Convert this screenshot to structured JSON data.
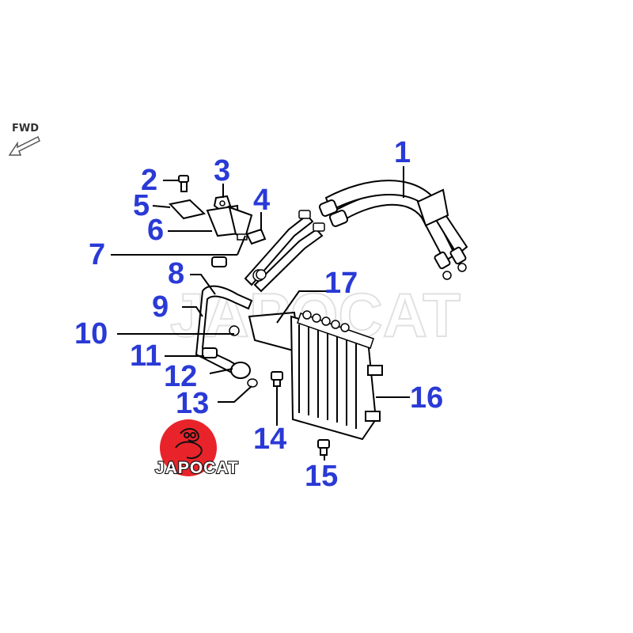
{
  "direction_label": "FWD",
  "watermark_text": "JAPOCAT",
  "logo": {
    "text": "JAPOCAT",
    "color": "#e8242a"
  },
  "callouts": [
    {
      "id": "1",
      "label": "1"
    },
    {
      "id": "2",
      "label": "2"
    },
    {
      "id": "3",
      "label": "3"
    },
    {
      "id": "4",
      "label": "4"
    },
    {
      "id": "5",
      "label": "5"
    },
    {
      "id": "6",
      "label": "6"
    },
    {
      "id": "7",
      "label": "7"
    },
    {
      "id": "8",
      "label": "8"
    },
    {
      "id": "9",
      "label": "9"
    },
    {
      "id": "10",
      "label": "10"
    },
    {
      "id": "11",
      "label": "11"
    },
    {
      "id": "12",
      "label": "12"
    },
    {
      "id": "13",
      "label": "13"
    },
    {
      "id": "14",
      "label": "14"
    },
    {
      "id": "15",
      "label": "15"
    },
    {
      "id": "16",
      "label": "16"
    },
    {
      "id": "17",
      "label": "17"
    }
  ],
  "colors": {
    "callout": "#2a3ad6",
    "line": "#000000",
    "watermark": "#c9c9c9"
  }
}
